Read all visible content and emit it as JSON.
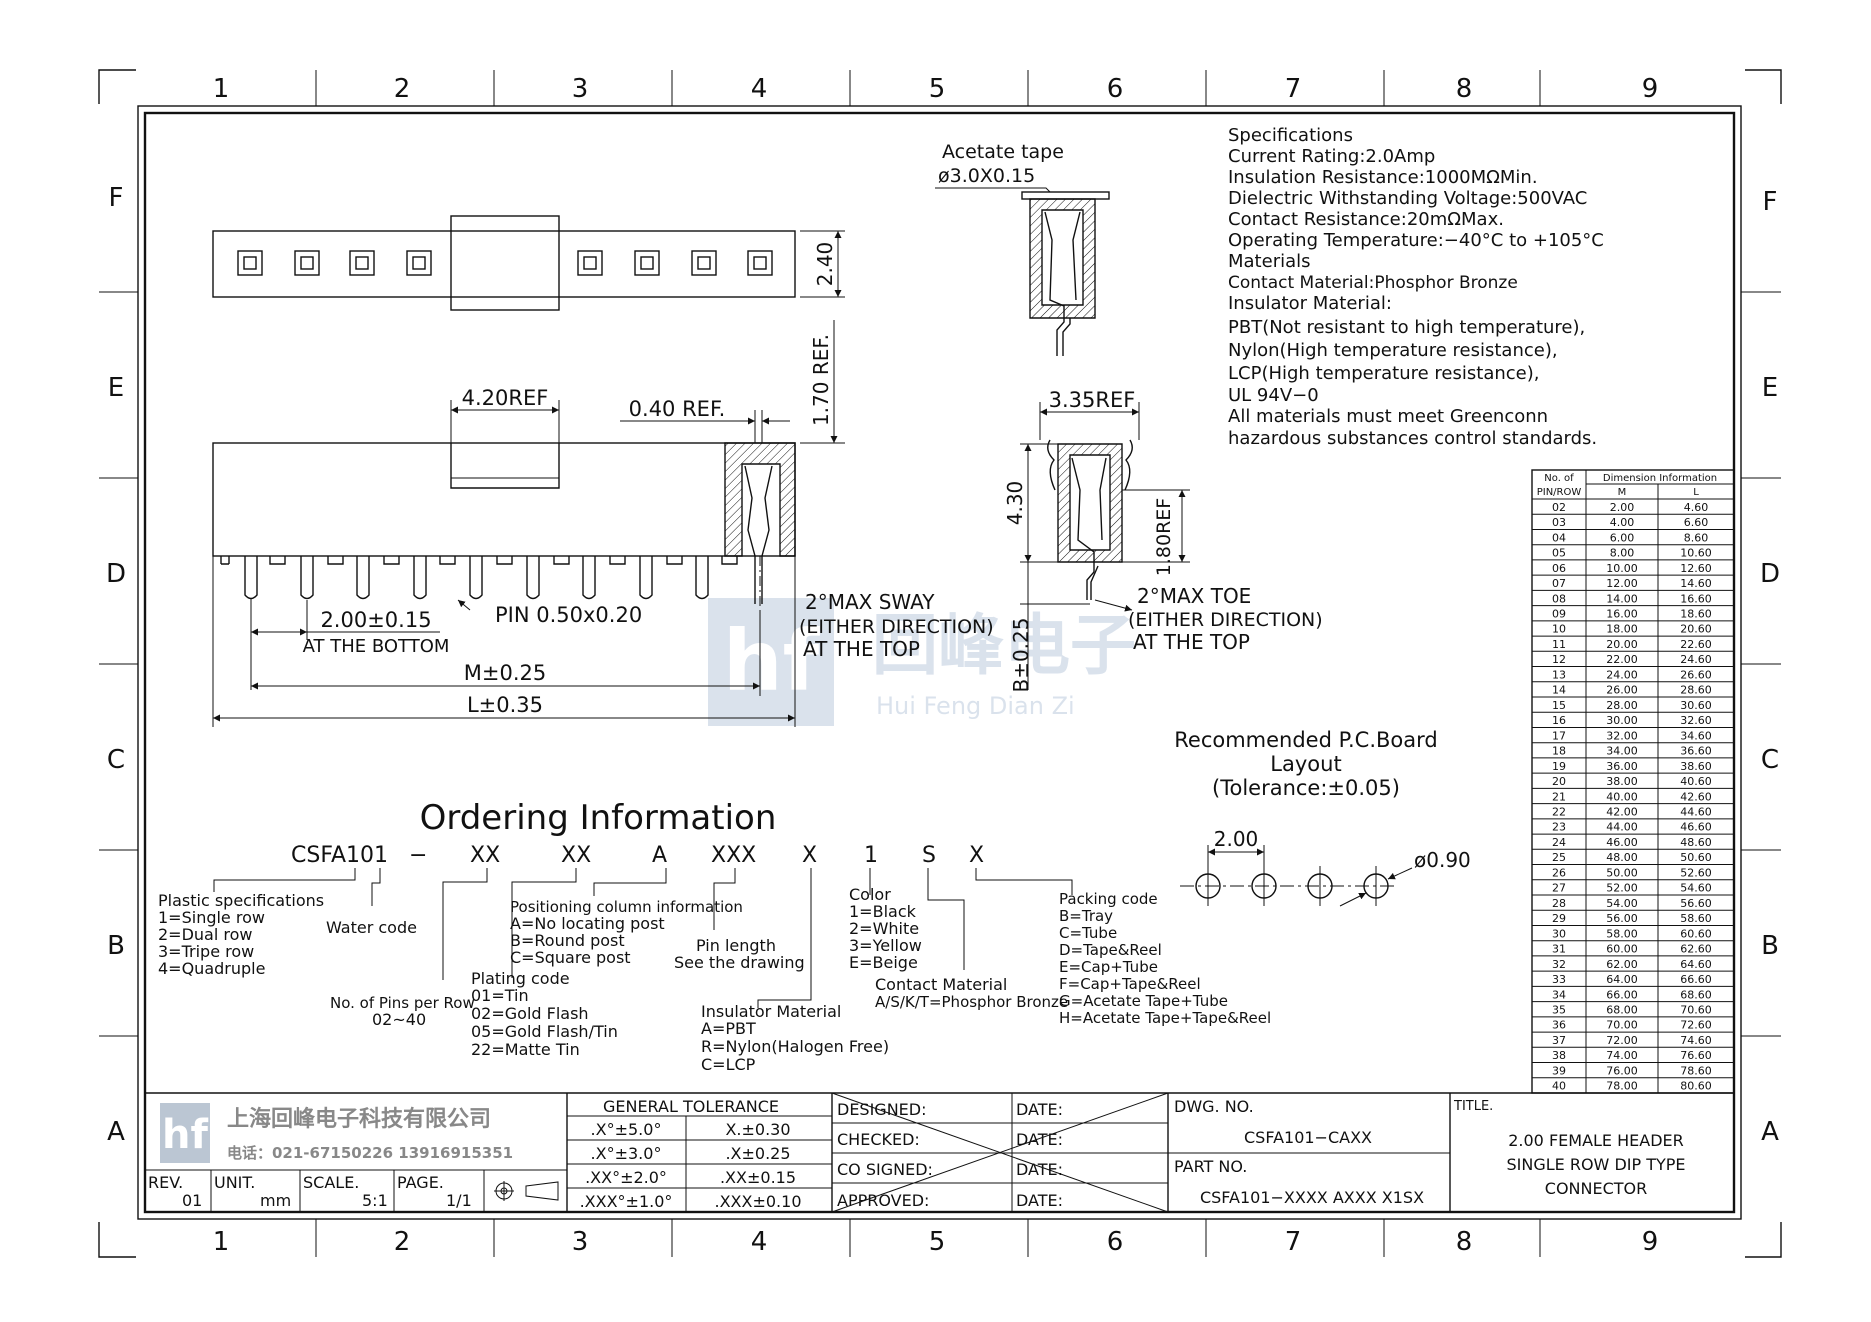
{
  "zones": {
    "columns": [
      "1",
      "2",
      "3",
      "4",
      "5",
      "6",
      "7",
      "8",
      "9"
    ],
    "rows": [
      "F",
      "E",
      "D",
      "C",
      "B",
      "A"
    ]
  },
  "dimensions": {
    "height_240": "2.40",
    "ref_420": "4.20REF",
    "ref_040": "0.40  REF.",
    "ref_170": "1.70  REF.",
    "pitch": "2.00±0.15",
    "pitch_note": "AT THE BOTTOM",
    "pin": "PIN  0.50x0.20",
    "m": "M±0.25",
    "l": "L±0.35",
    "sway_1": "2°MAX  SWAY",
    "sway_2": "(EITHER  DIRECTION)",
    "sway_3": "AT  THE  TOP",
    "acetate": "Acetate  tape",
    "acetate_dim": "ø3.0X0.15",
    "ref_335": "3.35REF",
    "h_430": "4.30",
    "ref_180": "1.80REF",
    "b": "B±0.25",
    "toe_1": "2°MAX  TOE",
    "toe_2": "(EITHER  DIRECTION)",
    "toe_3": "AT  THE  TOP"
  },
  "specifications": [
    "Specifications",
    "Current  Rating:2.0Amp",
    "Insulation  Resistance:1000MΩMin.",
    "Dielectric  Withstanding  Voltage:500VAC",
    "Contact  Resistance:20mΩMax.",
    "Operating  Temperature:−40°C  to  +105°C",
    "Materials",
    "Contact  Material:Phosphor Bronze",
    "Insulator  Material:",
    "PBT(Not  resistant  to  high  temperature),",
    "Nylon(High  temperature  resistance),",
    "LCP(High  temperature  resistance),",
    "UL  94V−0",
    "All  materials  must  meet  Greenconn",
    "hazardous  substances  control  standards."
  ],
  "dimension_table": {
    "col_pins": [
      "No.  of",
      "PIN/ROW"
    ],
    "col_group": "Dimension  Information",
    "col_m": "M",
    "col_l": "L",
    "rows": [
      [
        "02",
        "2.00",
        "4.60"
      ],
      [
        "03",
        "4.00",
        "6.60"
      ],
      [
        "04",
        "6.00",
        "8.60"
      ],
      [
        "05",
        "8.00",
        "10.60"
      ],
      [
        "06",
        "10.00",
        "12.60"
      ],
      [
        "07",
        "12.00",
        "14.60"
      ],
      [
        "08",
        "14.00",
        "16.60"
      ],
      [
        "09",
        "16.00",
        "18.60"
      ],
      [
        "10",
        "18.00",
        "20.60"
      ],
      [
        "11",
        "20.00",
        "22.60"
      ],
      [
        "12",
        "22.00",
        "24.60"
      ],
      [
        "13",
        "24.00",
        "26.60"
      ],
      [
        "14",
        "26.00",
        "28.60"
      ],
      [
        "15",
        "28.00",
        "30.60"
      ],
      [
        "16",
        "30.00",
        "32.60"
      ],
      [
        "17",
        "32.00",
        "34.60"
      ],
      [
        "18",
        "34.00",
        "36.60"
      ],
      [
        "19",
        "36.00",
        "38.60"
      ],
      [
        "20",
        "38.00",
        "40.60"
      ],
      [
        "21",
        "40.00",
        "42.60"
      ],
      [
        "22",
        "42.00",
        "44.60"
      ],
      [
        "23",
        "44.00",
        "46.60"
      ],
      [
        "24",
        "46.00",
        "48.60"
      ],
      [
        "25",
        "48.00",
        "50.60"
      ],
      [
        "26",
        "50.00",
        "52.60"
      ],
      [
        "27",
        "52.00",
        "54.60"
      ],
      [
        "28",
        "54.00",
        "56.60"
      ],
      [
        "29",
        "56.00",
        "58.60"
      ],
      [
        "30",
        "58.00",
        "60.60"
      ],
      [
        "31",
        "60.00",
        "62.60"
      ],
      [
        "32",
        "62.00",
        "64.60"
      ],
      [
        "33",
        "64.00",
        "66.60"
      ],
      [
        "34",
        "66.00",
        "68.60"
      ],
      [
        "35",
        "68.00",
        "70.60"
      ],
      [
        "36",
        "70.00",
        "72.60"
      ],
      [
        "37",
        "72.00",
        "74.60"
      ],
      [
        "38",
        "74.00",
        "76.60"
      ],
      [
        "39",
        "76.00",
        "78.60"
      ],
      [
        "40",
        "78.00",
        "80.60"
      ]
    ]
  },
  "watermark": {
    "logo_letters": "hf",
    "cn": "回峰电子",
    "en": "Hui Feng Dian Zi"
  },
  "pcb_layout": {
    "title_1": "Recommended  P.C.Board",
    "title_2": "Layout",
    "title_3": "(Tolerance:±0.05)",
    "pitch": "2.00",
    "hole": "ø0.90"
  },
  "ordering": {
    "title": "Ordering  Information",
    "code_parts": [
      "CSFA101",
      "−",
      "XX",
      "XX",
      "A",
      "XXX",
      "X",
      "1",
      "S",
      "X"
    ],
    "plastic": [
      "Plastic  specifications",
      "1=Single  row",
      "2=Dual  row",
      "3=Tripe  row",
      "4=Quadruple"
    ],
    "water": "Water  code",
    "pins_per_row": [
      "No.  of  Pins  per  Row",
      "02~40"
    ],
    "plating": [
      "Plating  code",
      "01=Tin",
      "02=Gold  Flash",
      "05=Gold  Flash/Tin",
      "22=Matte  Tin"
    ],
    "positioning": [
      "Positioning  column  information",
      "A=No  locating  post",
      "B=Round  post",
      "C=Square  post"
    ],
    "pin_length": [
      "Pin  length",
      "See  the  drawing"
    ],
    "insulator": [
      "Insulator  Material",
      "A=PBT",
      "R=Nylon(Halogen  Free)",
      "C=LCP"
    ],
    "color": [
      "Color",
      "1=Black",
      "2=White",
      "3=Yellow",
      "E=Beige"
    ],
    "contact": [
      "Contact  Material",
      "A/S/K/T=Phosphor  Bronze"
    ],
    "packing": [
      "Packing  code",
      "B=Tray",
      "C=Tube",
      "D=Tape&Reel",
      "E=Cap+Tube",
      "F=Cap+Tape&Reel",
      "G=Acetate  Tape+Tube",
      "H=Acetate  Tape+Tape&Reel"
    ]
  },
  "title_block": {
    "company_cn": "上海回峰电子科技有限公司",
    "phone": "电话：021-67150226  13916915351",
    "rev_label": "REV.",
    "rev": "01",
    "unit_label": "UNIT.",
    "unit": "mm",
    "scale_label": "SCALE.",
    "scale": "5:1",
    "page_label": "PAGE.",
    "page": "1/1",
    "tolerance_header": "GENERAL  TOLERANCE",
    "tolerances": [
      [
        ".X°±5.0°",
        "X.±0.30"
      ],
      [
        ".X°±3.0°",
        ".X±0.25"
      ],
      [
        ".XX°±2.0°",
        ".XX±0.15"
      ],
      [
        ".XXX°±1.0°",
        ".XXX±0.10"
      ]
    ],
    "designed": "DESIGNED:",
    "checked": "CHECKED:",
    "co_signed": "CO  SIGNED:",
    "approved": "APPROVED:",
    "date": "DATE:",
    "dwg_no_label": "DWG.  NO.",
    "dwg_no": "CSFA101−CAXX",
    "part_no_label": "PART  NO.",
    "part_no": "CSFA101−XXXX  AXXX  X1SX",
    "title_label": "TITLE.",
    "title_lines": [
      "2.00  FEMALE  HEADER",
      "SINGLE  ROW  DIP  TYPE",
      "CONNECTOR"
    ]
  }
}
